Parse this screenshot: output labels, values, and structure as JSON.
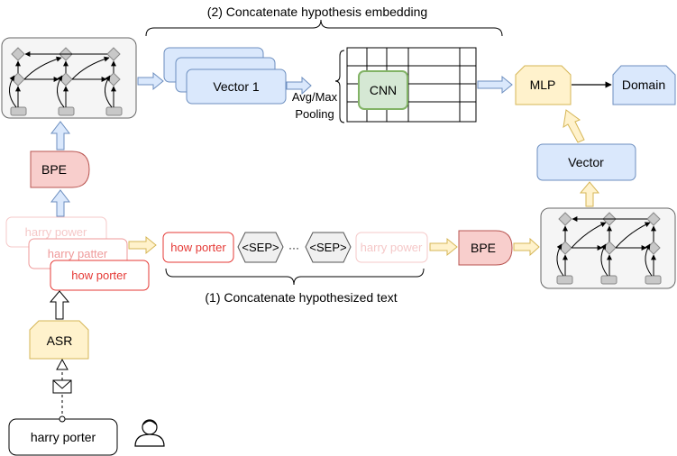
{
  "captions": {
    "top": "(2) Concatenate hypothesis embedding",
    "bottom": "(1) Concatenate hypothesized text"
  },
  "input": {
    "text": "harry porter",
    "person_icon": "person-icon",
    "message_icon": "envelope-icon"
  },
  "asr": {
    "label": "ASR"
  },
  "hypotheses": [
    {
      "text": "harry power",
      "color": "#f5c8c8"
    },
    {
      "text": "harry patter",
      "color": "#ef9a9a"
    },
    {
      "text": "how porter",
      "color": "#e53935"
    }
  ],
  "bpe_left": {
    "label": "BPE"
  },
  "bpe_right": {
    "label": "BPE"
  },
  "sequence": {
    "first": "how porter",
    "sep1": "<SEP>",
    "ellipsis": "···",
    "sep2": "<SEP>",
    "last": "harry power"
  },
  "vectors": {
    "front_label": "Vector 1"
  },
  "pooling": {
    "line1": "Avg/Max",
    "line2": "Pooling"
  },
  "cnn": {
    "label": "CNN"
  },
  "mlp": {
    "label": "MLP"
  },
  "domain": {
    "label": "Domain"
  },
  "vector_right": {
    "label": "Vector"
  },
  "colors": {
    "blue_fill": "#dae8fc",
    "blue_stroke": "#6c8ebf",
    "red_fill": "#f8cecc",
    "red_stroke": "#b85450",
    "yellow_fill": "#fff2cc",
    "yellow_stroke": "#d6b656",
    "green_fill": "#d5e8d4",
    "green_stroke": "#82b366",
    "gray_fill": "#f5f5f5",
    "node_fill": "#c8c8c8"
  }
}
